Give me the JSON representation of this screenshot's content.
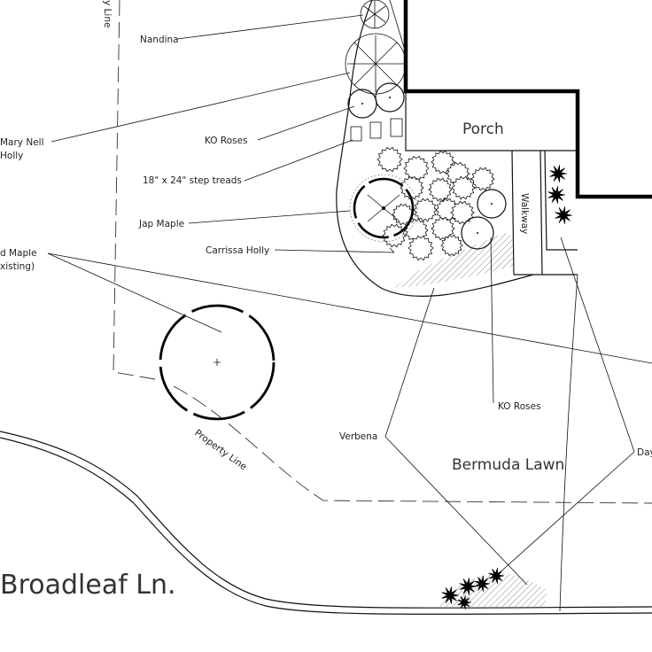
{
  "labels": {
    "property_line_top": "y Line",
    "nandina": "Nandina",
    "mary_nell_1": "Mary Nell",
    "mary_nell_2": "Holly",
    "ko_roses_top": "KO Roses",
    "step_treads": "18\" x 24\" step treads",
    "jap_maple": "Jap Maple",
    "carrissa_holly": "Carrissa Holly",
    "red_maple_1": "d Maple",
    "red_maple_2": "xisting)",
    "porch": "Porch",
    "walkway": "Walkway",
    "ko_roses_bottom": "KO Roses",
    "verbena": "Verbena",
    "bermuda_lawn": "Bermuda Lawn",
    "property_line_bottom": "Property Line",
    "daylily": "Day",
    "street": "Broadleaf Ln."
  },
  "colors": {
    "ink": "#111111",
    "paper": "#ffffff"
  }
}
